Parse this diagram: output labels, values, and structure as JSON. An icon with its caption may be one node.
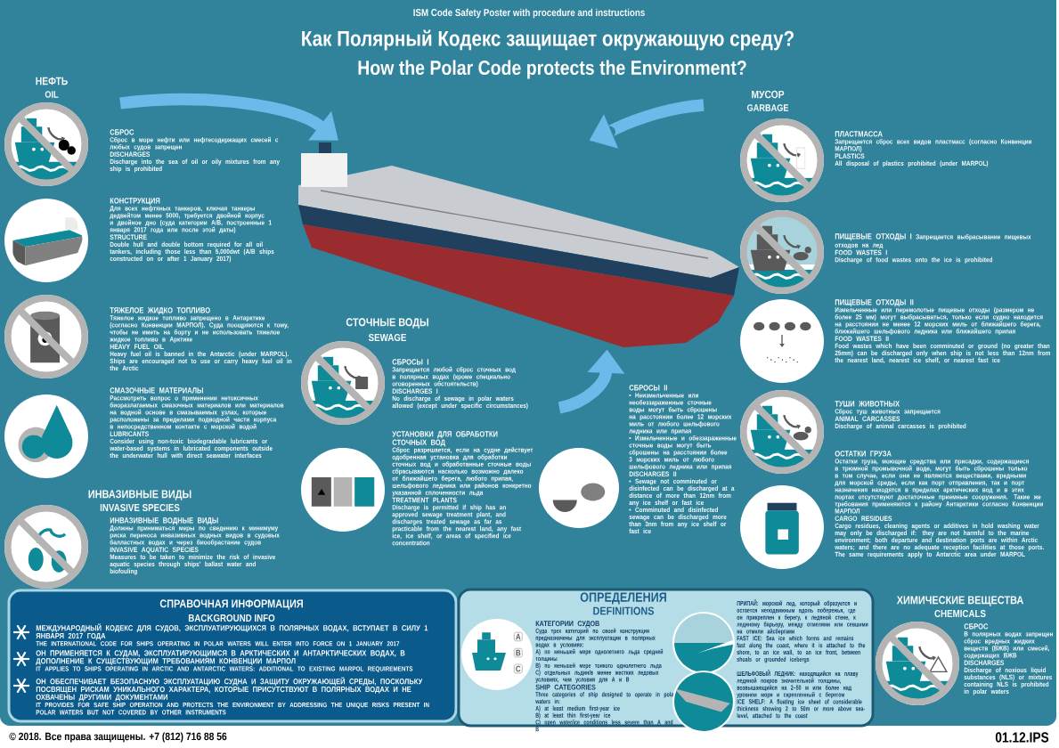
{
  "diagram": {
    "title": "Как Полярный Кодекс защищает окружающую среду?",
    "nodes": [
      {
        "text": [],
        "shape": "circle",
        "beside": [
          "СБРОС",
          "Сброс в море нефти или нефтесодержащих смесей с любых судов запрещен",
          "DISCHARGES",
          "Discharge into the sea of oil or oily mixtures from any ship is prohibited"
        ]
      },
      {
        "text": [],
        "shape": "circle",
        "beside": [
          "КОНСТРУКЦИЯ",
          "Для всех нефтяных танкеров, ключая танкеры дедвейтом менее 5000, требуется двойной корпус и двойное дно (суда категории A/B, построенные 1 января 2017 года или после этой даты)",
          "STRUCTURE",
          "Double hull and double bottom required for all oil tankers, including those less than 5,000dwt (A/B ships constructed on or after 1 January 2017)"
        ]
      },
      {
        "text": [],
        "shape": "circle",
        "beside": [
          "ТЯЖЕЛОЕ ЖИДКО ТОПЛИВО",
          "Тяжелое жидкое топливо запрещено в Антарктике (согласно Конвенции МАРПОЛ). Суда поощряются к тому, чтобы не иметь на борту и не использовать тяжелое жидкое топливо в Арктике",
          "HEAVY FUEL OIL",
          "Heavy fuel oil is banned in the Antarctic (under MARPOL). Ships are encouraged not to use or carry heavy fuel oil in the Arctic"
        ]
      },
      {
        "text": [],
        "shape": "circle",
        "beside": [
          "СМАЗОЧНЫЕ МАТЕРИАЛЫ",
          "Рассмотреть вопрос о применении нетоксичных биоразлагаемых смазочных материалов или материалов на водной основе в смазываемых узлах, которые расположены за пределами подводной части корпуса в непосредственном контакте с морской водой",
          "LUBRICANTS",
          "Consider using non-toxic biodegradable lubricants or water-based systems in lubricated components outside the underwater hull with direct seawater interfaces"
        ]
      },
      {
        "text": [],
        "shape": "circle",
        "beside": [
          "ИНВАЗИВНЫЕ ВОДНЫЕ ВИДЫ",
          "Должны приниматься меры по сведению к минимуму риска переноса инвазивных водных видов в судовых балластных водах и через биообрастание судов",
          "INVASIVE AQUATIC SPECIES",
          "Measures to be taken to minimize the risk of invasive aquatic species through ships’ ballast water and biofouling"
        ]
      },
      {
        "text": [
          "СПРАВОЧНАЯ ИНФОРМАЦИЯ",
          "BACKGROUND INFO",
          "МЕЖДУНАРОДНЫЙ КОДЕКС ДЛЯ СУДОВ, ЭКСПЛУАТИРУЮЩИХСЯ В ПОЛЯРНЫХ ВОДАХ, ВСТУПАЕТ В СИЛУ 1 ЯНВАРЯ 2017 ГОДА",
          "THE INTERNATIONAL CODE FOR SHIPS OPERATING IN POLAR WATERS WILL ENTER INTO FORCE ON 1 JANUARY 2017",
          "ОН ПРИМЕНЯЕТСЯ К СУДАМ, ЭКСПЛУАТИРУЮЩИМСЯ В АРКТИЧЕСКИХ И АНТАРКТИЧЕСКИХ ВОДАХ, В ДОПОЛНЕНИЕ К СУЩЕСТВУЮЩИМ ТРЕБОВАНИЯМ КОНВЕНЦИИ МАРПОЛ",
          "IT APPLIES TO SHIPS OPERATING IN ARCTIC AND ANTARCTIC WATERS: ADDITIONAL TO EXISTING MARPOL REQUIREMENTS",
          "ОН ОБЕСПЕЧИВАЕТ БЕЗОПАСНУЮ ЭКСПЛУАТАЦИЮ СУДНА И ЗАЩИТУ ОКРУЖАЮЩЕЙ СРЕДЫ, ПОСКОЛЬКУ ПОСВЯЩЕН РИСКАМ УНИКАЛЬНОГО ХАРАКТЕРА, КОТОРЫЕ ПРИСУТСТВУЮТ В ПОЛЯРНЫХ ВОДАХ И НЕ ОХВАЧЕНЫ ДРУГИМИ ДОКУМЕНТАМИ",
          "IT PROVIDES FOR SAFE SHIP OPERATION AND PROTECTS THE ENVIRONMENT BY ADDRESSING THE UNIQUE RISKS PRESENT IN POLAR WATERS BUT NOT COVERED BY OTHER INSTRUMENTS"
        ]
      },
      {
        "text": [],
        "shape": "picture"
      },
      {
        "text": [],
        "shape": "circle",
        "beside": [
          "СБРОСЫ I",
          "Запрещается любой сброс сточных вод в полярных водах (кроме специально оговоренных обстоятельств)",
          "DISCHARGES I",
          "No discharge of sewage in polar waters allowed (except under specific circumstances)"
        ]
      },
      {
        "text": [],
        "shape": "circle",
        "beside": [
          "УСТАНОВКИ ДЛЯ ОБРАБОТКИ СТОЧНЫХ ВОД",
          "Сброс разрешается, если на судне действует одобренная установка для обработки сточных вод и обработанные сточные воды сбрасываются насколько возможно далеко от ближайшего берега, любого припая, шельфового ледника или районов конкретно указанной сплоченности льда",
          "TREATMENT PLANTS",
          "Discharge is permitted if ship has an approved sewage treatment plant, and discharges treated sewage as far as practicable from the nearest land, any fast ice, ice shelf, or areas of specified ice concentration"
        ]
      },
      {
        "text": [],
        "shape": "circle",
        "beside": [
          "СБРОСЫ II",
          "• Неизмельченные или необеззараженные сточные воды могут быть сброшены на расстоянии более 12 морских миль от любого шельфового ледника или припая",
          "• Измельченные и обеззараженные сточные воды могут быть сброшены на расстоянии более 3 морских миль от любого шельфового ледника или припая",
          "DISCHARGES II",
          "• Sewage not comminuted or disinfected can be discharged at a distance of more than 12nm from any ice shelf or fast ice",
          "• Comminuted and disinfected sewage can be discharged more than 3nm from any ice shelf or fast ice"
        ]
      },
      {
        "text": [],
        "shape": "circle",
        "beside": [
          "ПЛАСТМАССА",
          "Запрещается сброс всех видов пластмасс (согласно Конвенции МАРПОЛ)",
          "PLASTICS",
          "All disposal of plastics prohibited (under MARPOL)"
        ]
      },
      {
        "text": [],
        "shape": "circle",
        "beside": [
          "ПИЩЕВЫЕ ОТХОДЫ I",
          "Запрещается выбрасывание пищевых отходов на лед",
          "FOOD WASTES I",
          "Discharge of food wastes onto the ice is prohibited"
        ]
      },
      {
        "text": [],
        "shape": "circle",
        "beside": [
          "ПИЩЕВЫЕ ОТХОДЫ II",
          "Измельченные или перемолотые пищевые отходы (размером не более 25 мм) могут выбрасываться, только если судно находится на расстоянии не менее 12 морских миль от ближайшего берега, ближайшего шельфового ледника или ближайшего припая",
          "FOOD WASTES II",
          "Food wastes which have been comminuted or ground (no greater than 25mm) can be discharged only when ship is not less than 12nm from the nearest land, nearest ice shelf, or nearest fast ice"
        ]
      },
      {
        "text": [],
        "shape": "circle",
        "beside": [
          "ТУШИ ЖИВОТНЫХ",
          "Сброс туш животных запрещается",
          "ANIMAL CARCASSES",
          "Discharge of animal carcasses is prohibited"
        ]
      },
      {
        "text": [],
        "shape": "circle",
        "beside": [
          "ОСТАТКИ ГРУЗА",
          "Остатки груза, моющие средства или присадки, содержащиеся в трюмной промывочной воде, могут быть сброшены только в том случае, если они не являются веществами, вредными для морской среды, если как порт отправления, так и порт назначения находятся в пределах арктических вод и в этих портах отсутствуют достаточные приемные сооружения. Такие же требования применяются к району Антарктики согласно Конвенции МАРПОЛ",
          "CARGO RESIDUES",
          "Cargo residues, cleaning agents or additives in hold washing water may only be discharged if: they are not harmful to the marine environment; both departure and destination ports are within Arctic waters; and there are no adequate reception facilities at those ports. The same requirements apply to Antarctic area under MARPOL"
        ]
      },
      {
        "text": [
          "ОПРЕДЕЛЕНИЯ",
          "DEFINITIONS"
        ]
      },
      {
        "text": [],
        "shape": "circle",
        "in": 15,
        "beside": [
          "КАТЕГОРИИ СУДОВ",
          "Суда трех категорий по своей конструкции предназначены для эксплуатации в полярных водах в условиях:",
          "A) по меньшей мере однолетнего льда средней толщины",
          "B) по меньшей мере тонкого однолетнего льда",
          "C) отдельных льдин/в менее жестких ледовых условиях, чем условия для A и B",
          "SHIP CATEGORIES",
          "Three categories of ship designed to operate in polar waters in:",
          "A) at least medium first-year ice",
          "B) at least thin first-year ice",
          "C) open water/ice conditions less severe than A and B"
        ]
      },
      {
        "text": [],
        "shape": "circle",
        "in": 15,
        "beside": [
          "**ПРИПАЙ:** морской лед, который образуется и остается неподвижным вдоль побережья, где он прикреплен к берегу, к ледяной стене, к ледяному барьеру, между отмелями или севшими на отмели айсбергами",
          "**FAST ICE:** Sea ice which forms and remains fast along the coast, where it is attached to the shore, to an ice wall, to an ice front, between shoals or grounded icebergs"
        ]
      },
      {
        "text": [],
        "shape": "circle",
        "in": 15,
        "beside": [
          "**ШЕЛЬФОВЫЙ ЛЕДНИК:** находящийся на плаву ледяной покров значительной толщины, возвышающийся на 2–50 м или более над уровнем моря и скрепленный с берегом",
          "**ICE SHELF:** A floating ice sheet of considerable thickness showing 2 to 50m or more above sea-level, attached to the coast"
        ]
      },
      {
        "text": [],
        "shape": "circle",
        "beside": [
          "СБРОС",
          "В полярных водах запрещен сброс вредных жидких веществ (ВЖВ) или смесей, содержащих ВЖВ",
          "DISCHARGES",
          "Discharge of noxious liquid substances (NLS) or mixtures containing NLS is prohibited in polar waters"
        ]
      }
    ],
    "edges": [
      {
        "from": null,
        "to": 6,
        "arrow": "to"
      },
      {
        "from": null,
        "to": 6,
        "arrow": "to"
      },
      {
        "from": null,
        "to": 6,
        "arrow": "to"
      }
    ],
    "labels": [
      "ISM Code Safety Poster with procedure and instructions",
      "How the Polar Code protects the Environment?",
      "НЕФТЬ",
      "OIL",
      "МУСОР",
      "GARBAGE",
      "СТОЧНЫЕ ВОДЫ",
      "SEWAGE",
      "ИНВАЗИВНЫЕ ВИДЫ",
      "INVASIVE SPECIES",
      "A",
      "B",
      "C",
      "ХИМИЧЕСКИЕ ВЕЩЕСТВА",
      "CHEMICALS",
      "© 2018. Все права защищены. +7 (812) 716 88 56",
      "01.12.IPS"
    ]
  }
}
